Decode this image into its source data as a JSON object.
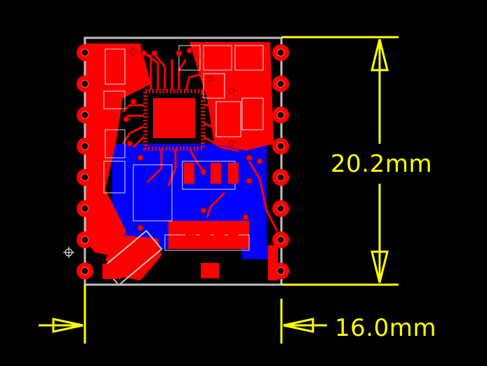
{
  "dimensions": {
    "height_label": "20.2mm",
    "width_label": "16.0mm"
  },
  "colors": {
    "background": "#000000",
    "copper_top": "#ff0000",
    "copper_bottom": "#0000ff",
    "board_outline": "#c0c0c0",
    "dimension": "#ffff00",
    "silkscreen": "#ffffff"
  },
  "components": {
    "castellated_pads_left": 8,
    "castellated_pads_right": 8
  }
}
